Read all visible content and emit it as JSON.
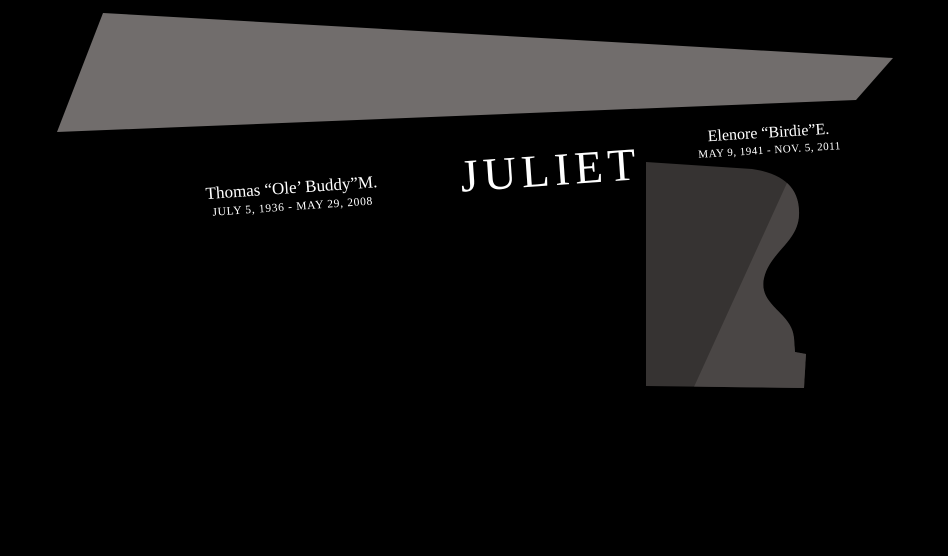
{
  "scene": {
    "background_color": "#000000",
    "bench_top_color": "#716d6c",
    "leg_color": "#363332",
    "leg_highlight_color": "#4a4645",
    "text_color": "#ffffff"
  },
  "memorial": {
    "family_name": "JULIET",
    "left_inscription": {
      "name": "Thomas “Ole’ Buddy”M.",
      "dates": "JULY 5, 1936 - MAY 29, 2008"
    },
    "right_inscription": {
      "name": "Elenore “Birdie”E.",
      "dates": "MAY 9, 1941 - NOV. 5, 2011"
    }
  }
}
